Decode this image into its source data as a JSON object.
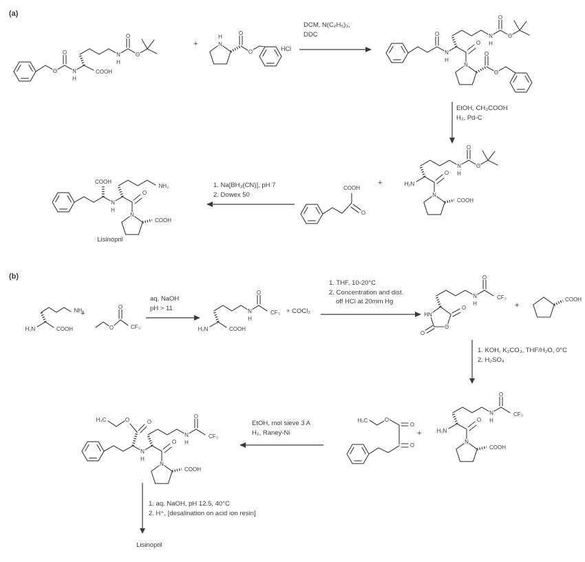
{
  "atoms": {
    "o": "O",
    "n": "N",
    "h": "H",
    "hn": "HN",
    "h2n": "H₂N",
    "nh2": "NH₂",
    "cooh": "COOH",
    "cf3": "CF₃",
    "h3c": "H₃C"
  },
  "section_a": {
    "label": "(a)",
    "plus": "+",
    "hcl": ". HCl",
    "arrow1_lines": [
      "DCM, N(C₂H₅)₃,",
      "DDC"
    ],
    "arrow2_lines": [
      "EtOH, CH₃COOH",
      "H₂, Pd-C"
    ],
    "arrow3_lines": [
      "1. Na[BH₃(CN)], pH 7",
      "2. Dowex 50"
    ],
    "product": "Lisinopril"
  },
  "section_b": {
    "label": "(b)",
    "plus": "+",
    "cocl2": "+  COCl₂",
    "arrow1_lines": [
      "aq. NaOH",
      "pH > 11"
    ],
    "arrow2_lines": [
      "1. THF, 10-20°C",
      "2. Concentration and dist.",
      "off HCl at 20mm Hg"
    ],
    "arrow3_lines": [
      "1. KOH, K₂CO₃, THF/H₂O, 0°C",
      "2. H₂SO₄"
    ],
    "arrow4_lines": [
      "EtOH, mol sieve 3 A",
      "H₂, Raney-Ni"
    ],
    "arrow5_lines": [
      "1. aq. NaOH, pH 12.5, 40°C",
      "2. H⁺, [desalination on acid ion resin]"
    ],
    "product": "Lisinopril"
  }
}
